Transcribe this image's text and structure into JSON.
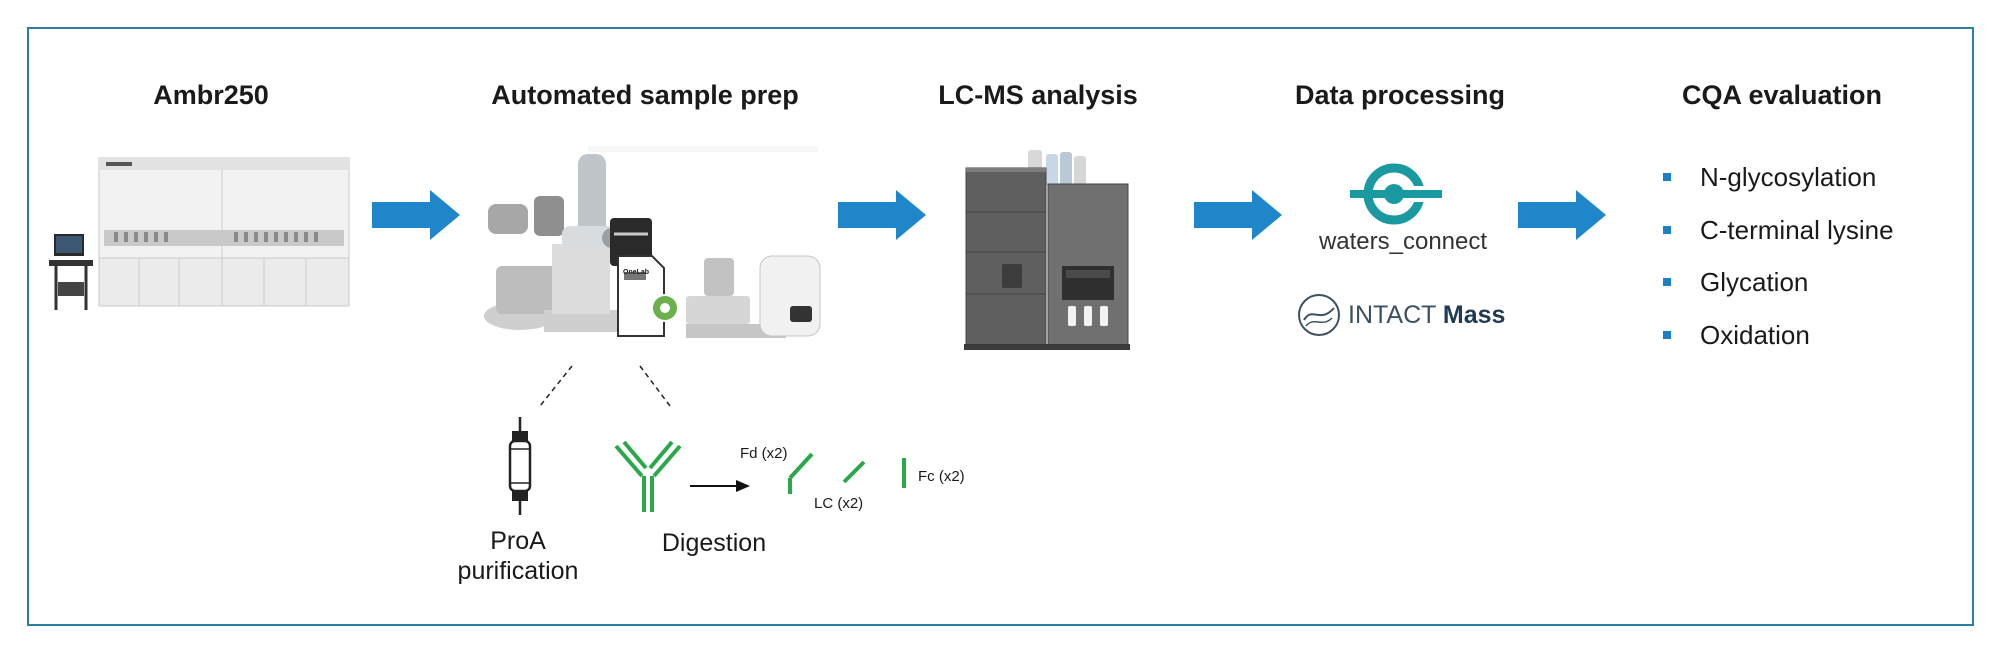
{
  "stages": [
    {
      "title": "Ambr250"
    },
    {
      "title": "Automated sample prep"
    },
    {
      "title": "LC-MS analysis"
    },
    {
      "title": "Data processing"
    },
    {
      "title": "CQA evaluation"
    }
  ],
  "sample_prep": {
    "steps": [
      "ProA\npurification",
      "Digestion"
    ],
    "fragments": {
      "fd": "Fd (x2)",
      "lc": "LC (x2)",
      "fc": "Fc (x2)"
    },
    "device_label": "OneLab"
  },
  "data_processing": {
    "brand_1": "waters_connect",
    "brand_2_prefix": "INTACT ",
    "brand_2_bold": "Mass"
  },
  "cqa_attributes": [
    "N-glycosylation",
    "C-terminal lysine",
    "Glycation",
    "Oxidation"
  ],
  "colors": {
    "frame": "#2b7fa0",
    "arrow": "#1f87c9",
    "antibody": "#2aa84a",
    "bullet": "#1b7fc4",
    "waters_teal": "#1a9aa0"
  }
}
